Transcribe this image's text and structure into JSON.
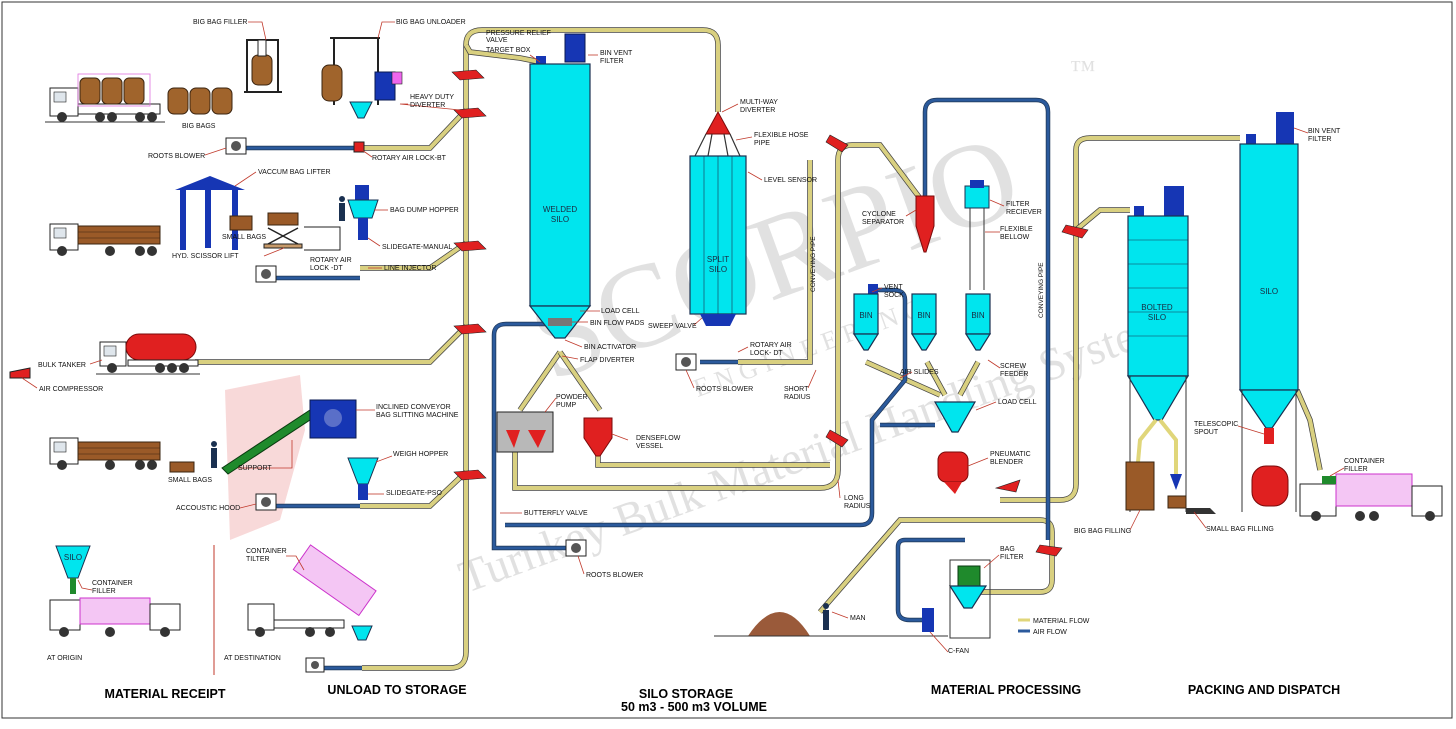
{
  "colors": {
    "silo": "#00e5ee",
    "material_flow": "#e0d67a",
    "air_flow": "#2b5a9c",
    "diverter": "#e02020",
    "container": "#ee66ee",
    "watermark": "#c9c9c9"
  },
  "watermark": {
    "brand": "SCORPIO",
    "engineering": "E N G I N E E R I N G",
    "tagline": "Turnkey Bulk Material Handling Systems",
    "symbol": "™"
  },
  "sections": {
    "receipt": "MATERIAL RECEIPT",
    "unload": "UNLOAD TO STORAGE",
    "silo_storage": "SILO STORAGE",
    "silo_volume": "50 m3 - 500 m3 VOLUME",
    "processing": "MATERIAL PROCESSING",
    "packing": "PACKING AND DISPATCH"
  },
  "labels": {
    "big_bag_filler": "BIG BAG FILLER",
    "big_bag_unloader": "BIG BAG UNLOADER",
    "big_bags": "BIG BAGS",
    "heavy_duty_diverter": "HEAVY DUTY DIVERTER",
    "roots_blower": "ROOTS BLOWER",
    "rotary_air_lock_bt": "ROTARY AIR LOCK-BT",
    "vaccum_bag_lifter": "VACCUM BAG LIFTER",
    "small_bags": "SMALL BAGS",
    "bag_dump_hopper": "BAG DUMP HOPPER",
    "slidegate_manual": "SLIDEGATE-MANUAL",
    "hyd_scissor_lift": "HYD. SCISSOR LIFT",
    "rotary_air_lock_dt": "ROTARY AIR LOCK-DT",
    "line_injector": "LINE INJECTOR",
    "bulk_tanker": "BULK TANKER",
    "air_compressor": "AIR COMPRESSOR",
    "inclined_conveyor": "INCLINED CONVEYOR",
    "bag_slitting_machine": "BAG SLITTING MACHINE",
    "weigh_hopper": "WEIGH HOPPER",
    "support": "SUPPORT",
    "slidegate_pso": "SLIDEGATE-PSO",
    "accoustic_hood": "ACCOUSTIC HOOD",
    "silo": "SILO",
    "container_filler": "CONTAINER FILLER",
    "at_origin": "AT ORIGIN",
    "container_tilter": "CONTAINER TILTER",
    "at_destination": "AT DESTINATION",
    "pressure_relief_valve": "PRESSURE RELIEF VALVE",
    "target_box": "TARGET BOX",
    "bin_vent_filter": "BIN VENT FILTER",
    "welded_silo_1": "WELDED",
    "welded_silo_2": "SILO",
    "load_cell": "LOAD CELL",
    "bin_flow_pads": "BIN FLOW PADS",
    "bin_activator": "BIN ACTIVATOR",
    "flap_diverter": "FLAP DIVERTER",
    "powder_pump": "POWDER PUMP",
    "denseflow_vessel": "DENSEFLOW VESSEL",
    "butterfly_valve": "BUTTERFLY VALVE",
    "multi_way_diverter": "MULTI-WAY DIVERTER",
    "flexible_hose_pipe": "FLEXIBLE HOSE PIPE",
    "level_sensor": "LEVEL SENSOR",
    "split_silo_1": "SPLIT",
    "split_silo_2": "SILO",
    "sweep_valve": "SWEEP VALVE",
    "conveying_pipe": "CONVEYING PIPE",
    "short_radius": "SHORT RADIUS",
    "long_radius": "LONG RADIUS",
    "cyclone_separator": "CYCLONE SEPARATOR",
    "filter_reciever": "FILTER RECIEVER",
    "flexible_bellow": "FLEXIBLE BELLOW",
    "vent_sock": "VENT SOCK",
    "bin": "BIN",
    "air_slides": "AIR SLIDES",
    "screw_feeder": "SCREW FEEDER",
    "pneumatic_blender": "PNEUMATIC BLENDER",
    "bag_filter": "BAG FILTER",
    "man": "MAN",
    "c_fan": "C-FAN",
    "material_flow": "MATERIAL FLOW",
    "air_flow": "AIR FLOW",
    "bolted_silo_1": "BOLTED",
    "bolted_silo_2": "SILO",
    "telescopic_spout": "TELESCOPIC SPOUT",
    "big_bag_filling": "BIG BAG FILLING",
    "small_bag_filling": "SMALL BAG FILLING"
  }
}
